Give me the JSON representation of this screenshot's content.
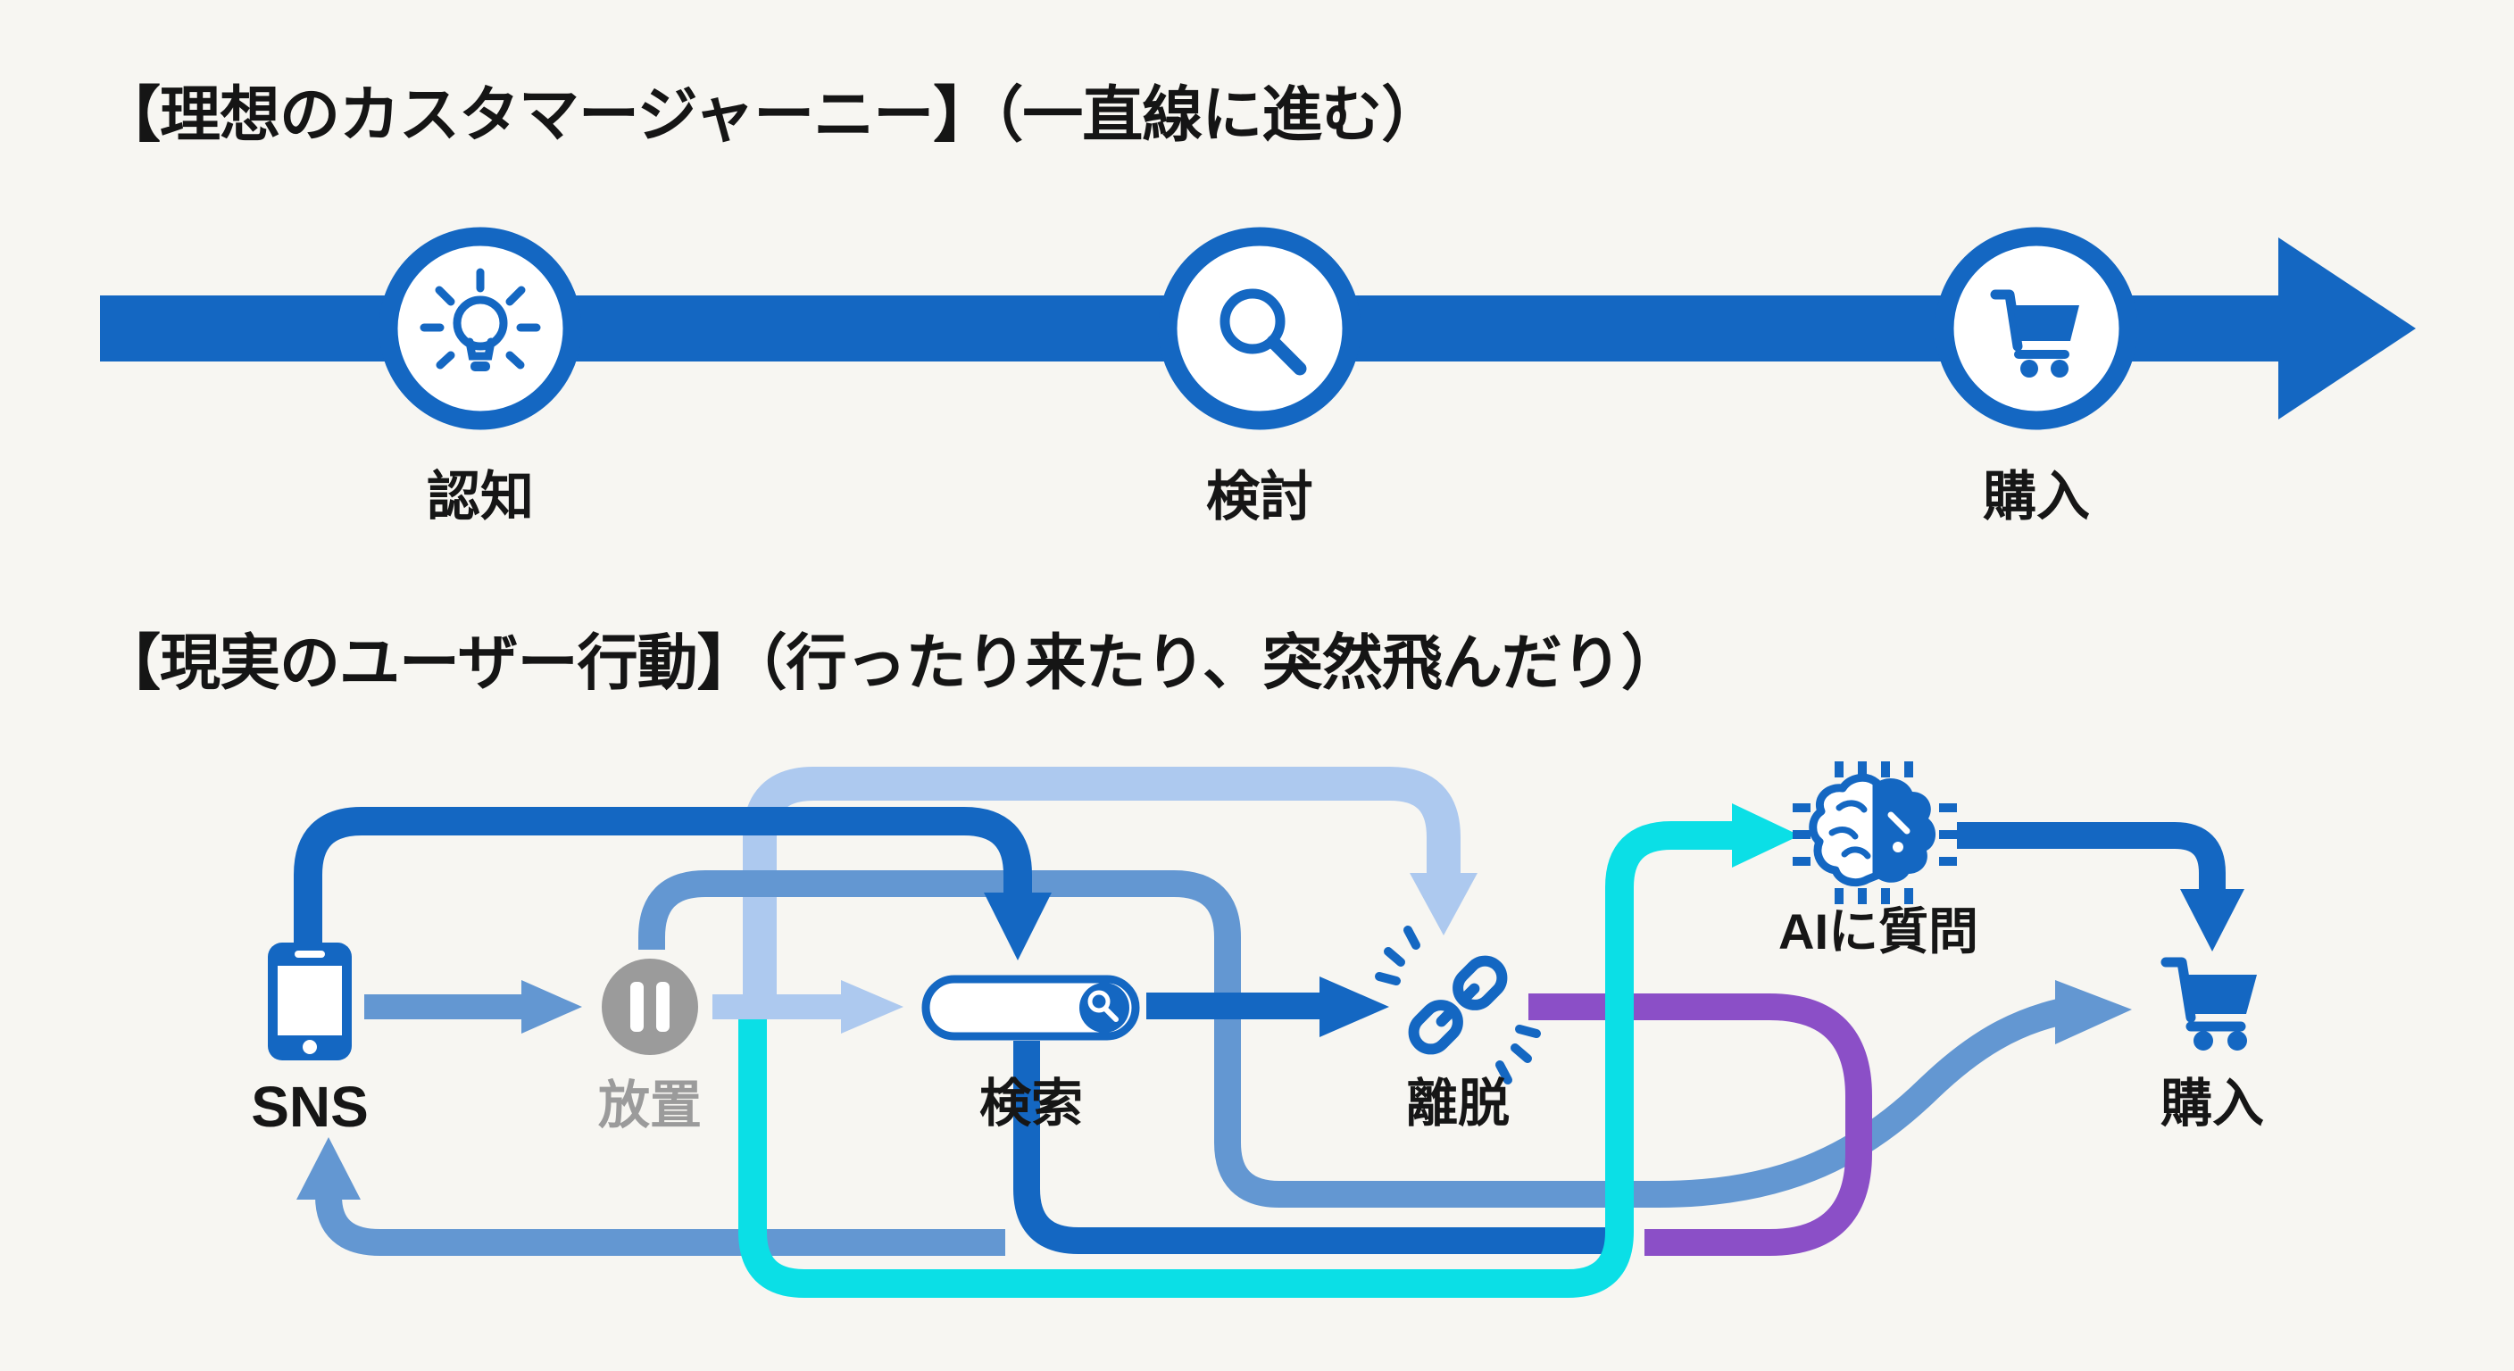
{
  "page": {
    "background": "#f7f6f2",
    "text_color": "#151515"
  },
  "ideal_journey": {
    "title": "【理想のカスタマージャーニー】（一直線に進む）",
    "arrow_color": "#1467c2",
    "stages": [
      {
        "label": "認知",
        "icon": "lightbulb-icon"
      },
      {
        "label": "検討",
        "icon": "magnifier-icon"
      },
      {
        "label": "購入",
        "icon": "cart-icon"
      }
    ]
  },
  "real_behavior": {
    "title": "【現実のユーザー行動】（行ったり来たり、突然飛んだり）",
    "nodes": [
      {
        "id": "sns",
        "label": "SNS",
        "icon": "smartphone-icon",
        "color": "#1467c2"
      },
      {
        "id": "houchi",
        "label": "放置",
        "icon": "pause-icon",
        "color": "#9b9b9b"
      },
      {
        "id": "kensaku",
        "label": "検索",
        "icon": "search-bar-icon",
        "color": "#1467c2"
      },
      {
        "id": "ridatsu",
        "label": "離脱",
        "icon": "broken-link-icon",
        "color": "#1467c2"
      },
      {
        "id": "ai",
        "label": "AIに質問",
        "icon": "ai-brain-chip-icon",
        "color": "#1467c2"
      },
      {
        "id": "kounyuu",
        "label": "購入",
        "icon": "cart-icon",
        "color": "#1467c2"
      }
    ],
    "edge_colors": {
      "navy": "#1467c2",
      "steel": "#6397d2",
      "pale": "#adc9ef",
      "cyan": "#0bdfe6",
      "purple": "#8b4fc7"
    },
    "edges": [
      {
        "from": "sns",
        "to": "houchi",
        "style": "straight",
        "color": "steel"
      },
      {
        "from": "houchi",
        "to": "kensaku",
        "style": "straight",
        "color": "pale"
      },
      {
        "from": "kensaku",
        "to": "ridatsu",
        "style": "straight",
        "color": "navy"
      },
      {
        "from": "sns",
        "to": "kensaku",
        "style": "arc-over",
        "color": "navy"
      },
      {
        "from": "houchi",
        "to": "ridatsu",
        "style": "arc-over",
        "color": "pale"
      },
      {
        "from": "houchi",
        "to": "kounyuu",
        "style": "loop-under",
        "color": "steel"
      },
      {
        "from": "kensaku",
        "to": "sns",
        "style": "loop-back",
        "color": "steel"
      },
      {
        "from": "kensaku",
        "to": "ai",
        "style": "big-loop-under",
        "color": "cyan"
      },
      {
        "from": "ridatsu",
        "to": "down-hook",
        "style": "hook",
        "color": "purple"
      },
      {
        "from": "ai",
        "to": "kounyuu",
        "style": "corner-down",
        "color": "navy"
      }
    ]
  }
}
